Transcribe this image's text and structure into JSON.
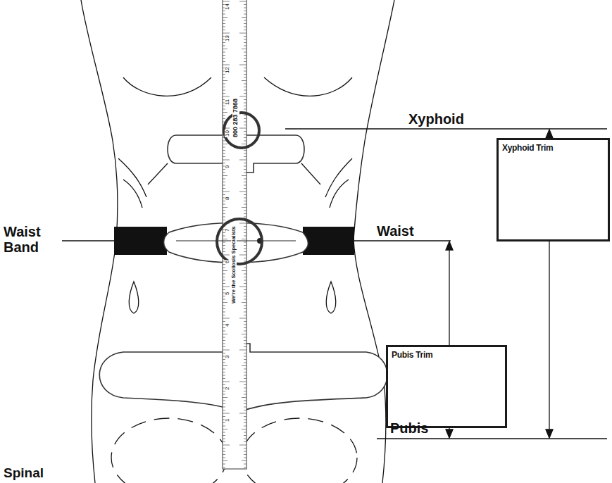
{
  "diagram": {
    "nodes": [
      {
        "text": [
          "Xyphoid Trim"
        ]
      },
      {
        "text": [
          "Pubis Trim"
        ]
      }
    ],
    "labels": [
      "Xyphoid",
      "Waist Band",
      "Waist",
      "Pubis",
      "Spinal",
      "800 283 7868",
      "We're the Scoliosis Specialists",
      "1",
      "2",
      "3",
      "4",
      "5",
      "6",
      "7",
      "8",
      "9",
      "10",
      "11",
      "12",
      "13",
      "14"
    ]
  }
}
